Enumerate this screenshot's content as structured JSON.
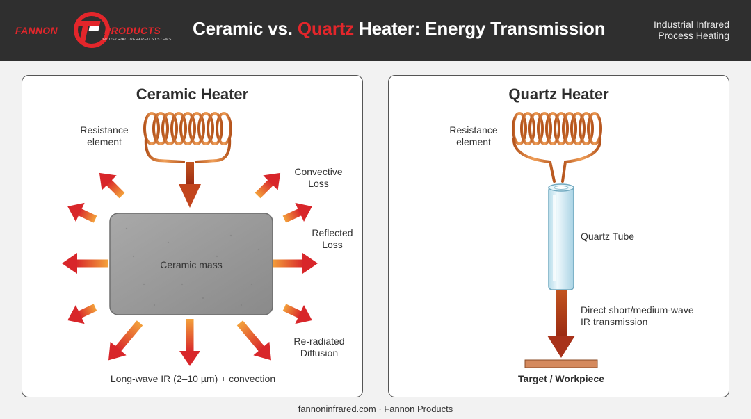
{
  "header": {
    "logo_left": "FANNON",
    "logo_right": "PRODUCTS",
    "logo_tagline": "INDUSTRIAL INFRARED SYSTEMS",
    "title_part1": "Ceramic vs. ",
    "title_accent": "Quartz",
    "title_part2": " Heater: Energy Transmission",
    "subtitle_line1": "Industrial Infrared",
    "subtitle_line2": "Process Heating"
  },
  "left_panel": {
    "title": "Ceramic Heater",
    "resistance_line1": "Resistance",
    "resistance_line2": "element",
    "mass_label": "Ceramic mass",
    "convective_line1": "Convective",
    "convective_line2": "Loss",
    "reflected_line1": "Reflected",
    "reflected_line2": "Loss",
    "reradiated_line1": "Re-radiated",
    "reradiated_line2": "Diffusion",
    "bottom_caption": "Long-wave IR (2–10 µm) + convection"
  },
  "right_panel": {
    "title": "Quartz Heater",
    "resistance_line1": "Resistance",
    "resistance_line2": "element",
    "tube_label": "Quartz Tube",
    "transmission_line1": "Direct short/medium-wave",
    "transmission_line2": "IR transmission",
    "target_label": "Target / Workpiece"
  },
  "footer": {
    "text": "fannoninfrared.com · Fannon Products"
  },
  "colors": {
    "accent_red": "#e3262b",
    "header_bg": "#2f2f2f",
    "coil_copper": "#d8742c",
    "arrow_orange": "#e0632a",
    "ceramic_gray": "#9a9a9a",
    "quartz_blue": "#cfeaf5"
  }
}
